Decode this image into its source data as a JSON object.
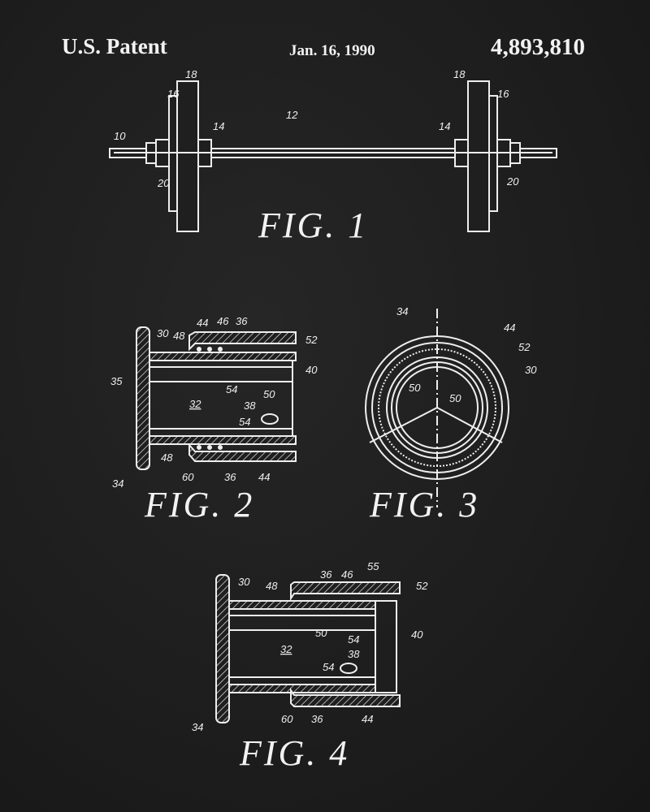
{
  "header": {
    "left": "U.S. Patent",
    "date": "Jan. 16, 1990",
    "number": "4,893,810"
  },
  "fig1": {
    "title": "FIG. 1",
    "labels": [
      "18",
      "16",
      "10",
      "14",
      "12",
      "20",
      "18",
      "16",
      "14",
      "20"
    ]
  },
  "fig2": {
    "title": "FIG. 2",
    "labels": [
      "44",
      "46",
      "36",
      "30",
      "48",
      "52",
      "35",
      "40",
      "54",
      "50",
      "32",
      "38",
      "54",
      "48",
      "60",
      "36",
      "44",
      "34"
    ]
  },
  "fig3": {
    "title": "FIG. 3",
    "labels": [
      "34",
      "44",
      "52",
      "30",
      "50",
      "50"
    ]
  },
  "fig4": {
    "title": "FIG. 4",
    "labels": [
      "55",
      "36",
      "46",
      "30",
      "48",
      "52",
      "50",
      "54",
      "40",
      "32",
      "38",
      "54",
      "60",
      "36",
      "44",
      "34"
    ]
  },
  "colors": {
    "background": "#1f1f1f",
    "ink": "#eeeeee"
  }
}
